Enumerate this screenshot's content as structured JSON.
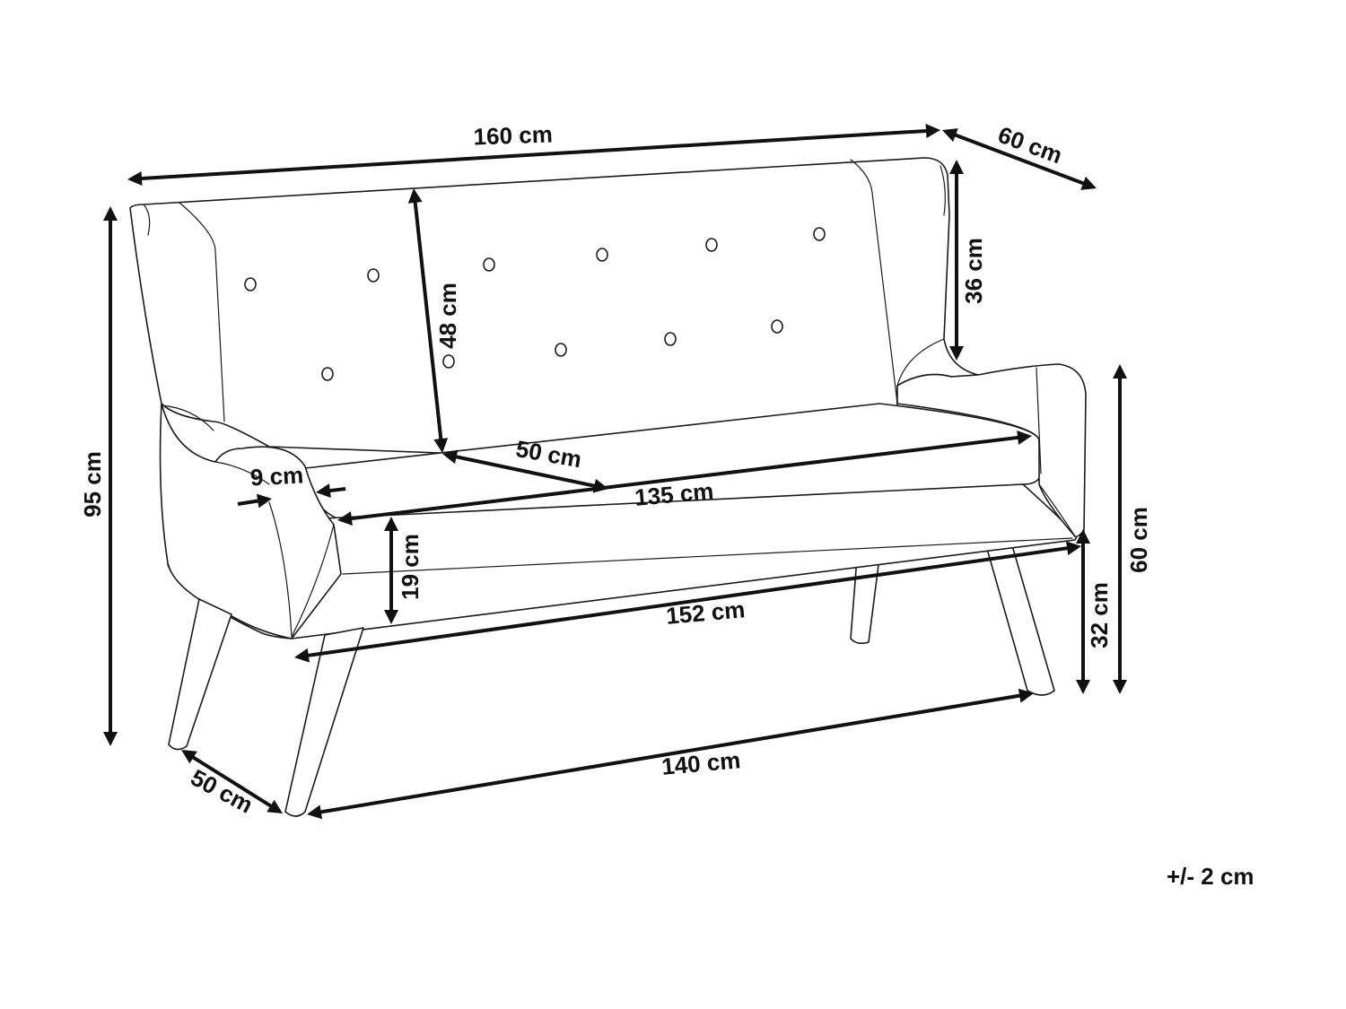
{
  "diagram": {
    "subject": "sofa dimension drawing",
    "tolerance": "+/- 2 cm",
    "dimensions": {
      "overall_width": "160 cm",
      "overall_depth": "60 cm",
      "overall_height": "95 cm",
      "wing_height": "36 cm",
      "backrest_height": "48 cm",
      "armrest_width": "9 cm",
      "seat_depth": "50 cm",
      "seat_width": "135 cm",
      "seat_cushion_height": "19 cm",
      "base_width": "152 cm",
      "armrest_height": "60 cm",
      "seat_height": "32 cm",
      "leg_span_width": "140 cm",
      "leg_span_depth": "50 cm"
    }
  }
}
